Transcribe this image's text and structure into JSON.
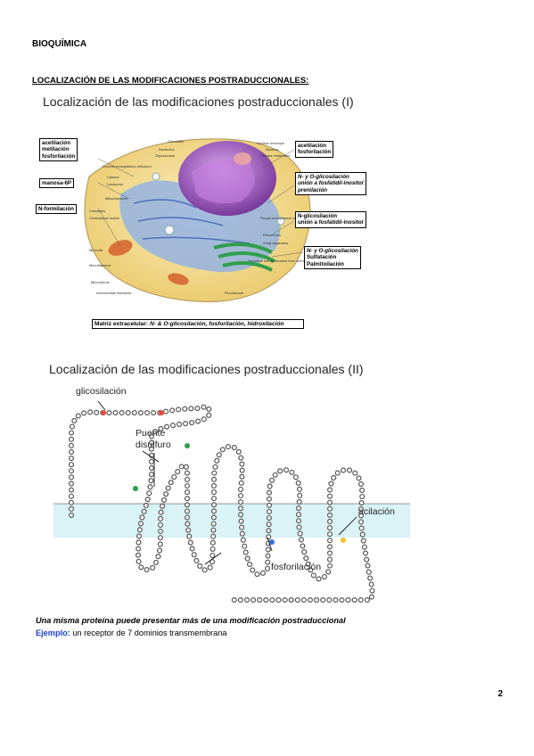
{
  "header": {
    "subject": "BIOQUÍMICA"
  },
  "section_title": "LOCALIZACIÓN DE LAS MODIFICACIONES POSTRADUCCIONALES:",
  "figure1": {
    "title": "Localización de las modificaciones postraduccionales (I)",
    "boxes": {
      "cytosol": [
        "acetilación",
        "metilación",
        "fosforilación"
      ],
      "golgi_left": "manosa-6P",
      "mito": "N-formilación",
      "nucleus": [
        "acetilación",
        "fosforilación"
      ],
      "er": [
        "N- y O-glicosilación",
        "unión a fosfatidil-inositol",
        "prenilación"
      ],
      "rough_er": [
        "N-glicosilación",
        "unión a fosfatidil-inositol"
      ],
      "golgi": [
        "N- y O-glicosilación",
        "Sulfatación",
        "Palmitoilación"
      ],
      "matrix_label": "Matriz extracelular:",
      "matrix_value": "N- & O-glicosilación, fosforilación, hidroxilación"
    },
    "cell_labels": {
      "chromatin": "Chromatin",
      "nucleolus": "Nucleolus",
      "glycosomes": "Glycosomes",
      "nuclear_envelope": "Nuclear envelope",
      "nucleus": "Nucleus",
      "plasma_membrane": "Plasma membrane",
      "smooth_er": "Smooth endoplasmic reticulum",
      "cytosol": "Cytosol",
      "lysosome": "Lysosome",
      "mitochondrion": "Mitochondrion",
      "centrioles": "Centrioles",
      "centrosome_matrix": "Centrosome matrix",
      "microvilli": "Microvilli",
      "microfilament": "Microfilament",
      "microtubule": "Microtubule",
      "intermediate_filaments": "Intermediate filaments",
      "rough_er": "Rough endoplasmic reticulum",
      "ribosomes": "Ribosomes",
      "golgi_apparatus": "Golgi apparatus",
      "secretion": "Secretion being released from cell by exocytosis",
      "peroxisome": "Peroxisome"
    }
  },
  "figure2": {
    "title": "Localización de las modificaciones postraduccionales (II)",
    "labels": {
      "glycosylation": "glicosilación",
      "disulfide_1": "Puente",
      "disulfide_2": "disulfuro",
      "acylation": "acilación",
      "phosphorylation": "fosforilación"
    }
  },
  "caption": {
    "line1": "Una misma proteína puede presentar más de una modificación postraduccional",
    "example_label": "Ejemplo:",
    "example_text": " un receptor de 7 dominios transmembrana"
  },
  "page_number": "2",
  "colors": {
    "membrane": "#d9f3f7",
    "nucleus": "#9a55b8",
    "er_blue": "#6c8fd4",
    "golgi_green": "#2f9e4b",
    "mito_orange": "#d9723a",
    "cytosol_yellow": "#f2dc84",
    "link_blue": "#1a3fd6"
  }
}
